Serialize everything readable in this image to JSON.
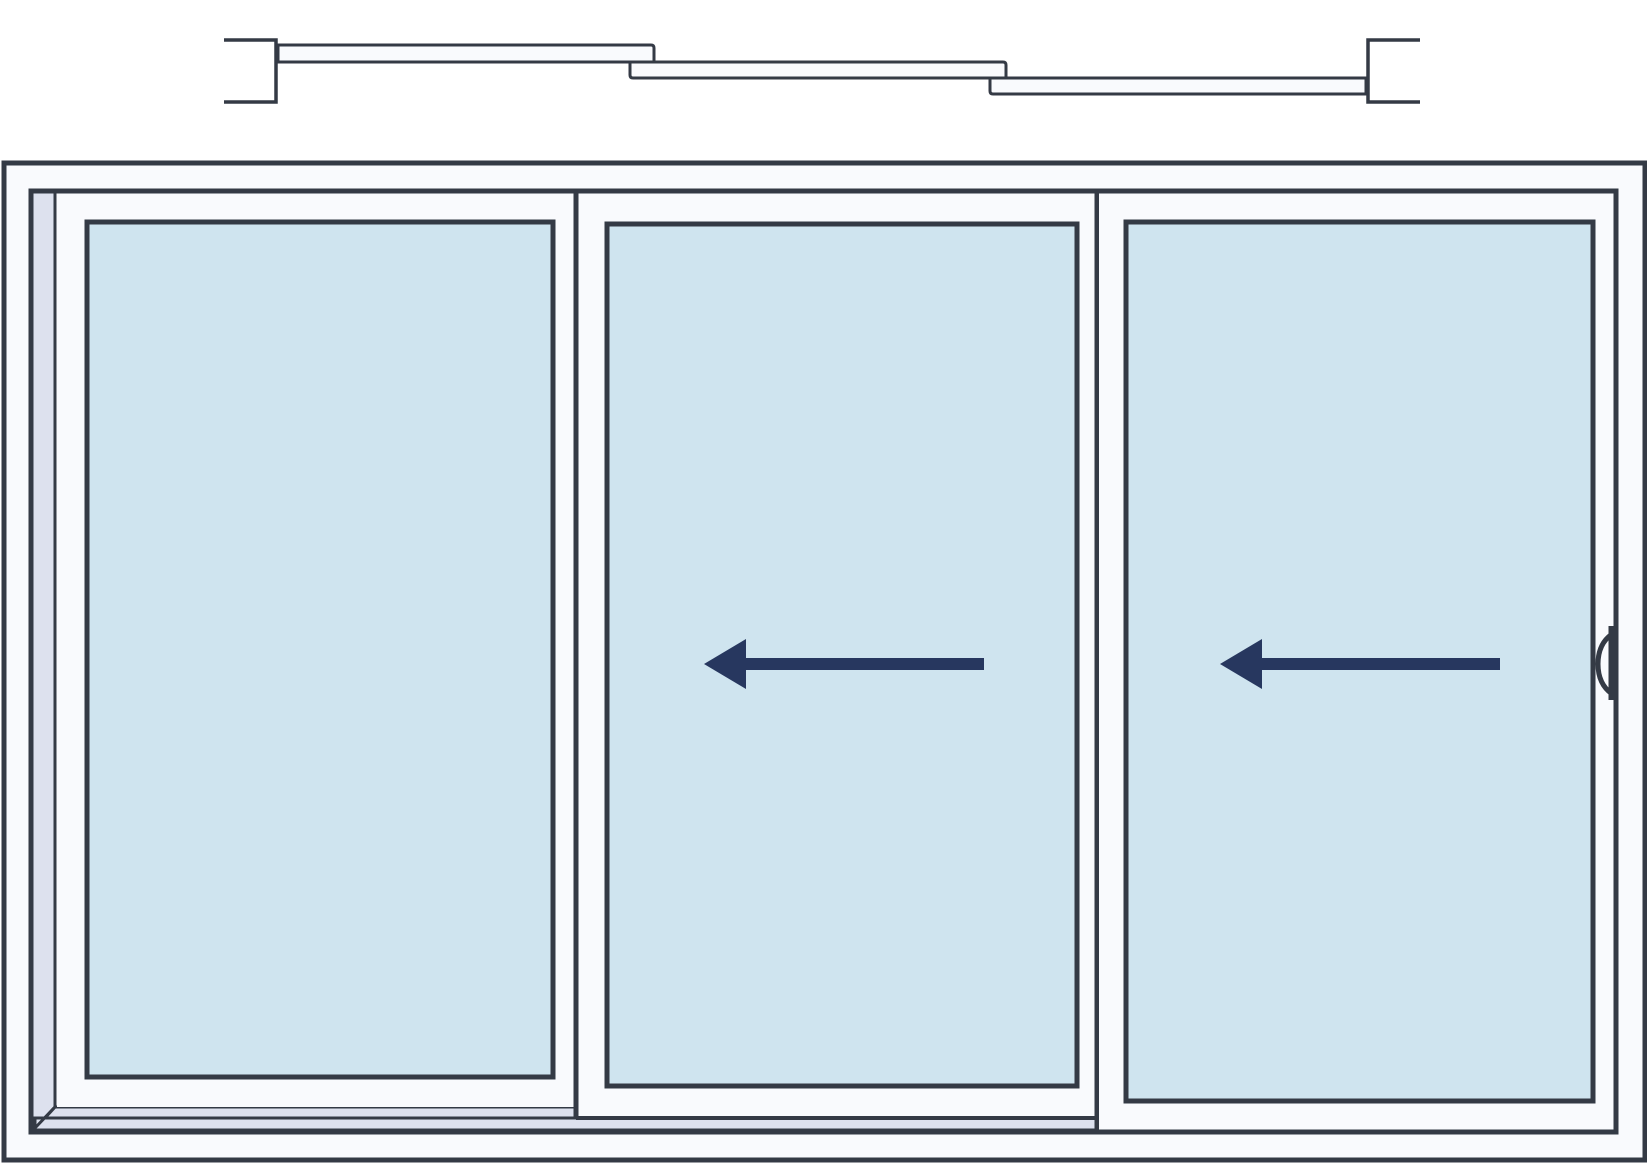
{
  "diagram": {
    "type": "sliding-window-elevation",
    "panels": [
      {
        "id": "left",
        "role": "fixed-panel"
      },
      {
        "id": "middle",
        "role": "sliding-panel",
        "slide_direction": "left"
      },
      {
        "id": "right",
        "role": "sliding-panel",
        "slide_direction": "left",
        "has_handle": true
      }
    ],
    "plan_view": {
      "tracks": 3
    },
    "colors": {
      "stroke": "#343a45",
      "frame_fill": "#f9fafd",
      "glass_fill": "#cfe4ef",
      "side_shade": "#dde1ee",
      "arrow_fill": "#27375f",
      "background": "#ffffff"
    }
  }
}
